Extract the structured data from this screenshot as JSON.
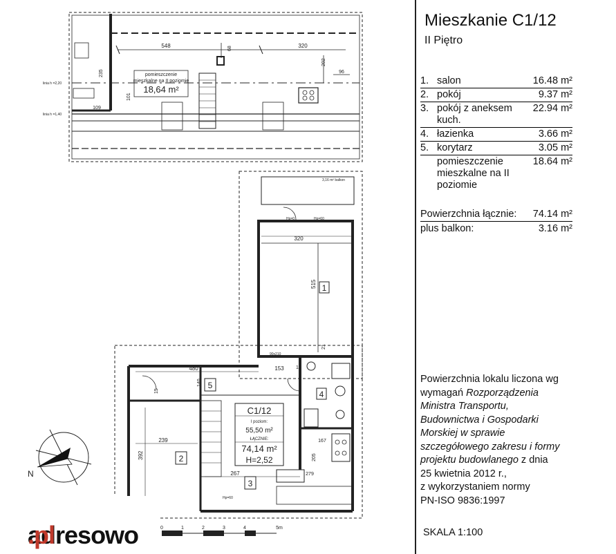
{
  "apartment": {
    "title": "Mieszkanie C1/12",
    "floor": "II Piętro"
  },
  "rooms": [
    {
      "num": "1.",
      "name": "salon",
      "area": "16.48 m²"
    },
    {
      "num": "2.",
      "name": "pokój",
      "area": "9.37 m²"
    },
    {
      "num": "3.",
      "name": "pokój z aneksem kuch.",
      "area": "22.94 m²"
    },
    {
      "num": "4.",
      "name": "łazienka",
      "area": "3.66 m²"
    },
    {
      "num": "5.",
      "name": "korytarz",
      "area": "3.05 m²"
    },
    {
      "num": "",
      "name": "pomieszczenie mieszkalne na II poziomie",
      "area": "18.64 m²"
    }
  ],
  "totals": {
    "total_label": "Powierzchnia łącznie:",
    "total_value": "74.14 m²",
    "balcony_label": "plus balkon:",
    "balcony_value": "3.16 m²"
  },
  "note": {
    "line1": "Powierzchnia lokalu liczona wg",
    "line2a": "wymagań ",
    "line2b": "Rozporządzenia",
    "line3": "Ministra Transportu,",
    "line4": "Budownictwa i Gospodarki",
    "line5": "Morskiej w sprawie",
    "line6": "szczegółowego zakresu i formy",
    "line7a": "projektu budowlanego",
    "line7b": " z dnia",
    "line8": "25 kwietnia 2012 r.,",
    "line9": "z wykorzystaniem normy",
    "line10": "PN-ISO 9836:1997"
  },
  "scale": "SKALA 1:100",
  "logo": {
    "main": "adresowo",
    "suffix": ".pl"
  },
  "plan": {
    "upper_level_label1": "pomieszczenie",
    "upper_level_label2": "mieszkalne na II poziomie",
    "upper_level_area": "18,64 m²",
    "dims": [
      "548",
      "320",
      "68",
      "202",
      "96",
      "235",
      "109",
      "101",
      "320",
      "515",
      "480",
      "153",
      "15",
      "239",
      "392",
      "267",
      "279",
      "167",
      "205",
      "90x210",
      "21",
      "15",
      "140"
    ],
    "room_numbers": [
      "1",
      "2",
      "3",
      "4",
      "5"
    ],
    "unit_id": "C1/12",
    "unit_level1_label": "I poziom:",
    "unit_level1_area": "55,50 m²",
    "unit_total_label": "ŁĄCZNIE:",
    "unit_total_area": "74,14 m²",
    "unit_height": "H=2,52",
    "balcony_note": "3,16 m² balkon",
    "line_h220": "linia h =2,20",
    "line_h140": "linia h =1,40",
    "hp0": "Hp=0",
    "hp60a": "Hp=60",
    "hp60b": "Hp=60",
    "compass_n": "N",
    "scale_ticks": [
      "0",
      "1",
      "2",
      "3",
      "4",
      "5m"
    ]
  }
}
